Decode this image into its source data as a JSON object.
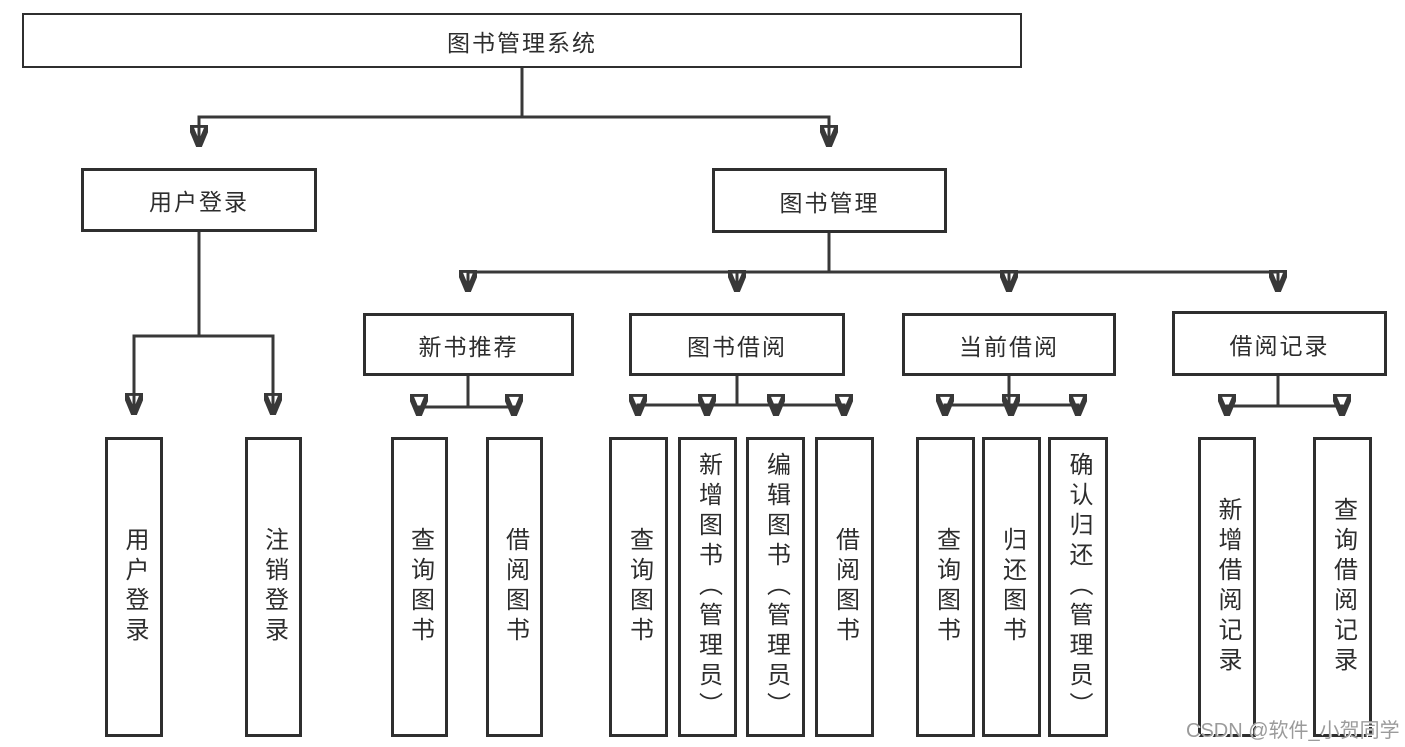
{
  "diagram_title": "图书管理系统",
  "nodes": {
    "root": "图书管理系统",
    "l2": [
      "用户登录",
      "图书管理"
    ],
    "l3": [
      "新书推荐",
      "图书借阅",
      "当前借阅",
      "借阅记录"
    ],
    "login_leaves": [
      "用户登录",
      "注销登录"
    ],
    "new_books_leaves": [
      "查询图书",
      "借阅图书"
    ],
    "book_borrow_leaves": [
      "查询图书",
      "新增图书（管理员）",
      "编辑图书（管理员）",
      "借阅图书"
    ],
    "current_borrow_leaves": [
      "查询图书",
      "归还图书",
      "确认归还（管理员）"
    ],
    "borrow_records_leaves": [
      "新增借阅记录",
      "查询借阅记录"
    ]
  },
  "watermark": "CSDN @软件_小贺同学",
  "colors": {
    "line": "#383838",
    "border": "#2f2f2f",
    "text": "#2d2d2d",
    "watermark_text": "#9b9b9b",
    "background": "#ffffff"
  }
}
